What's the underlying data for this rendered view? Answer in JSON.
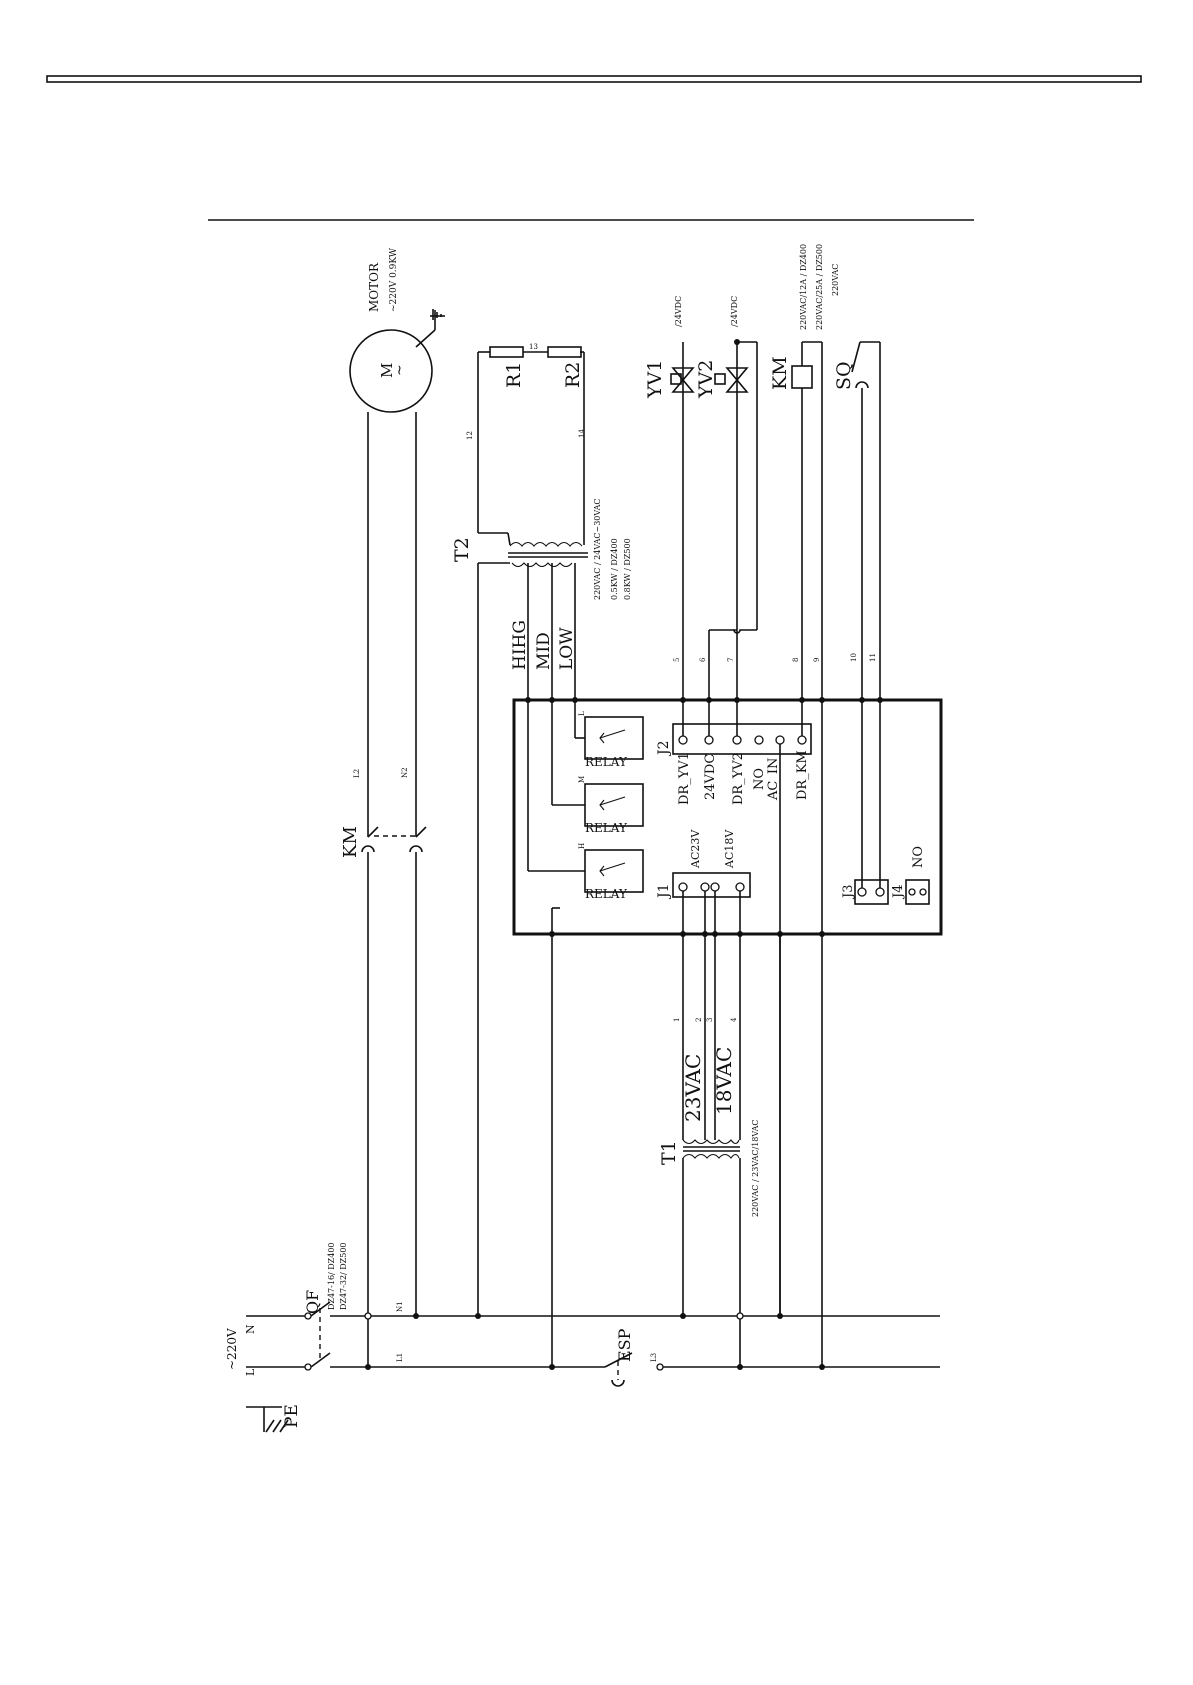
{
  "labels": {
    "motor": "MOTOR",
    "motor_rating": "~220V 0.9KW",
    "motor_symbol": "M",
    "motor_tilde": "~",
    "r1": "R1",
    "r2": "R2",
    "t2": "T2",
    "t2_spec": "220VAC / 24VAC~30VAC",
    "t2_rating1": "0.5KW / DZ400",
    "t2_rating2": "0.8KW / DZ500",
    "yv1": "YV1",
    "yv2": "YV2",
    "yv1_volt": "/24VDC",
    "yv2_volt": "/24VDC",
    "km": "KM",
    "km_spec1": "220VAC/12A / DZ400",
    "km_spec2": "220VAC/25A / DZ500",
    "sq": "SQ",
    "sq_volt": "220VAC",
    "hihg": "HIHG",
    "mid": "MID",
    "low": "LOW",
    "relay": "RELAY",
    "relay_l": "L",
    "relay_m": "M",
    "relay_h": "H",
    "j1": "J1",
    "j2": "J2",
    "j3": "J3",
    "j4": "J4",
    "no": "NO",
    "ac23v": "AC23V",
    "ac18v": "AC18V",
    "dr_yv1": "DR_YV1",
    "vdc24": "24VDC",
    "dr_yv2": "DR_YV2",
    "j2_no": "NO",
    "ac_in": "AC_IN",
    "dr_km": "DR_KM",
    "vac23": "23VAC",
    "vac18": "18VAC",
    "t1": "T1",
    "t1_spec": "220VAC / 23VAC/18VAC",
    "qf": "QF",
    "qf_spec1": "DZ47-16/ DZ400",
    "qf_spec2": "DZ47-32/ DZ500",
    "supply": "~220V",
    "n": "N",
    "l": "L",
    "pe": "PE",
    "esp": "ESP",
    "km_contact": "KM",
    "wire_l1": "L1",
    "wire_n1": "N1",
    "wire_l2": "L2",
    "wire_n2": "N2",
    "wire_l3": "L3",
    "wire_12": "12",
    "wire_13": "13",
    "wire_14": "14",
    "wire_1": "1",
    "wire_2": "2",
    "wire_3": "3",
    "wire_4": "4",
    "wire_5": "5",
    "wire_6": "6",
    "wire_7": "7",
    "wire_8": "8",
    "wire_9": "9",
    "wire_10": "10",
    "wire_11": "11"
  }
}
